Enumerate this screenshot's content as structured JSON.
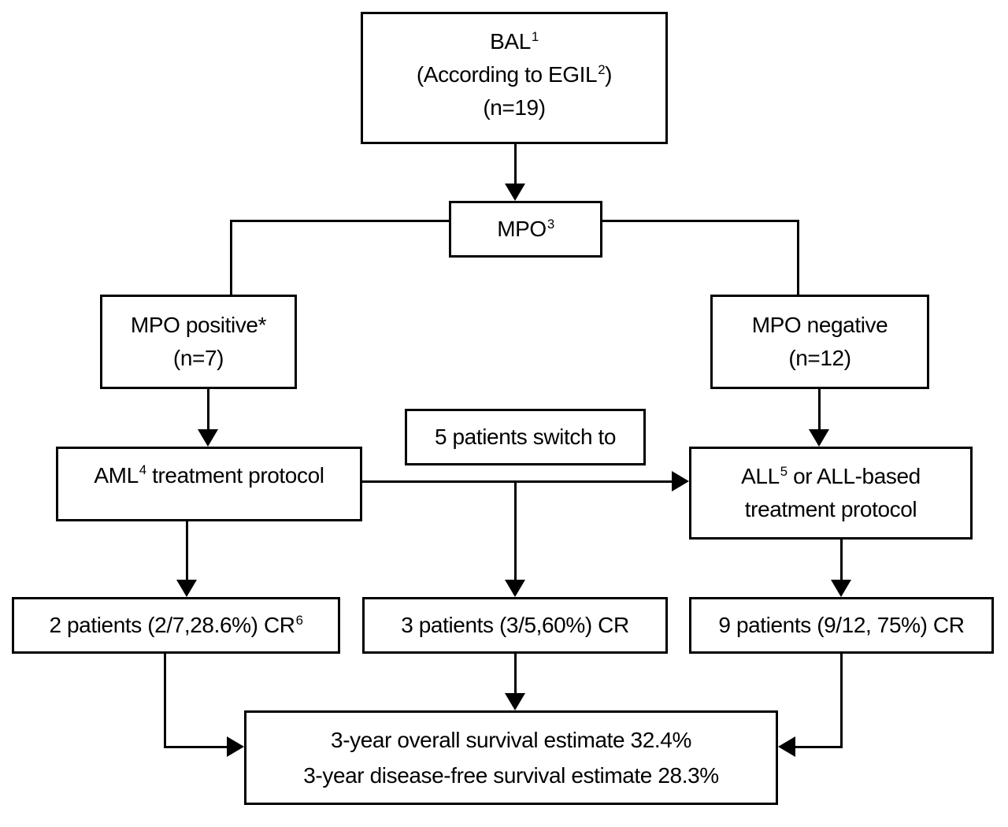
{
  "diagram": {
    "background_color": "#ffffff",
    "line_color": "#000000",
    "text_color": "#000000",
    "boxes": {
      "bal": {
        "l1_text": "BAL",
        "l1_sup": "1",
        "l2_pre": "(According to EGIL",
        "l2_sup": "2",
        "l2_post": ")",
        "l3": "(n=19)"
      },
      "mpo": {
        "text": "MPO",
        "sup": "3"
      },
      "mpo_positive": {
        "l1": "MPO positive*",
        "l2": "(n=7)"
      },
      "mpo_negative": {
        "l1": "MPO negative",
        "l2": "(n=12)"
      },
      "switch": {
        "text": "5 patients switch to"
      },
      "aml": {
        "pre": "AML",
        "sup": "4",
        "post": " treatment protocol"
      },
      "all": {
        "l1_pre": "ALL",
        "l1_sup": "5",
        "l1_post": " or ALL-based",
        "l2": "treatment protocol"
      },
      "cr_aml": {
        "pre": "2 patients (2/7,28.6%) CR",
        "sup": "6"
      },
      "cr_switch": {
        "text": "3 patients (3/5,60%) CR"
      },
      "cr_all": {
        "text": "9 patients (9/12, 75%) CR"
      },
      "outcome": {
        "l1": "3-year overall survival estimate 32.4%",
        "l2": "3-year disease-free survival estimate 28.3%"
      }
    }
  }
}
